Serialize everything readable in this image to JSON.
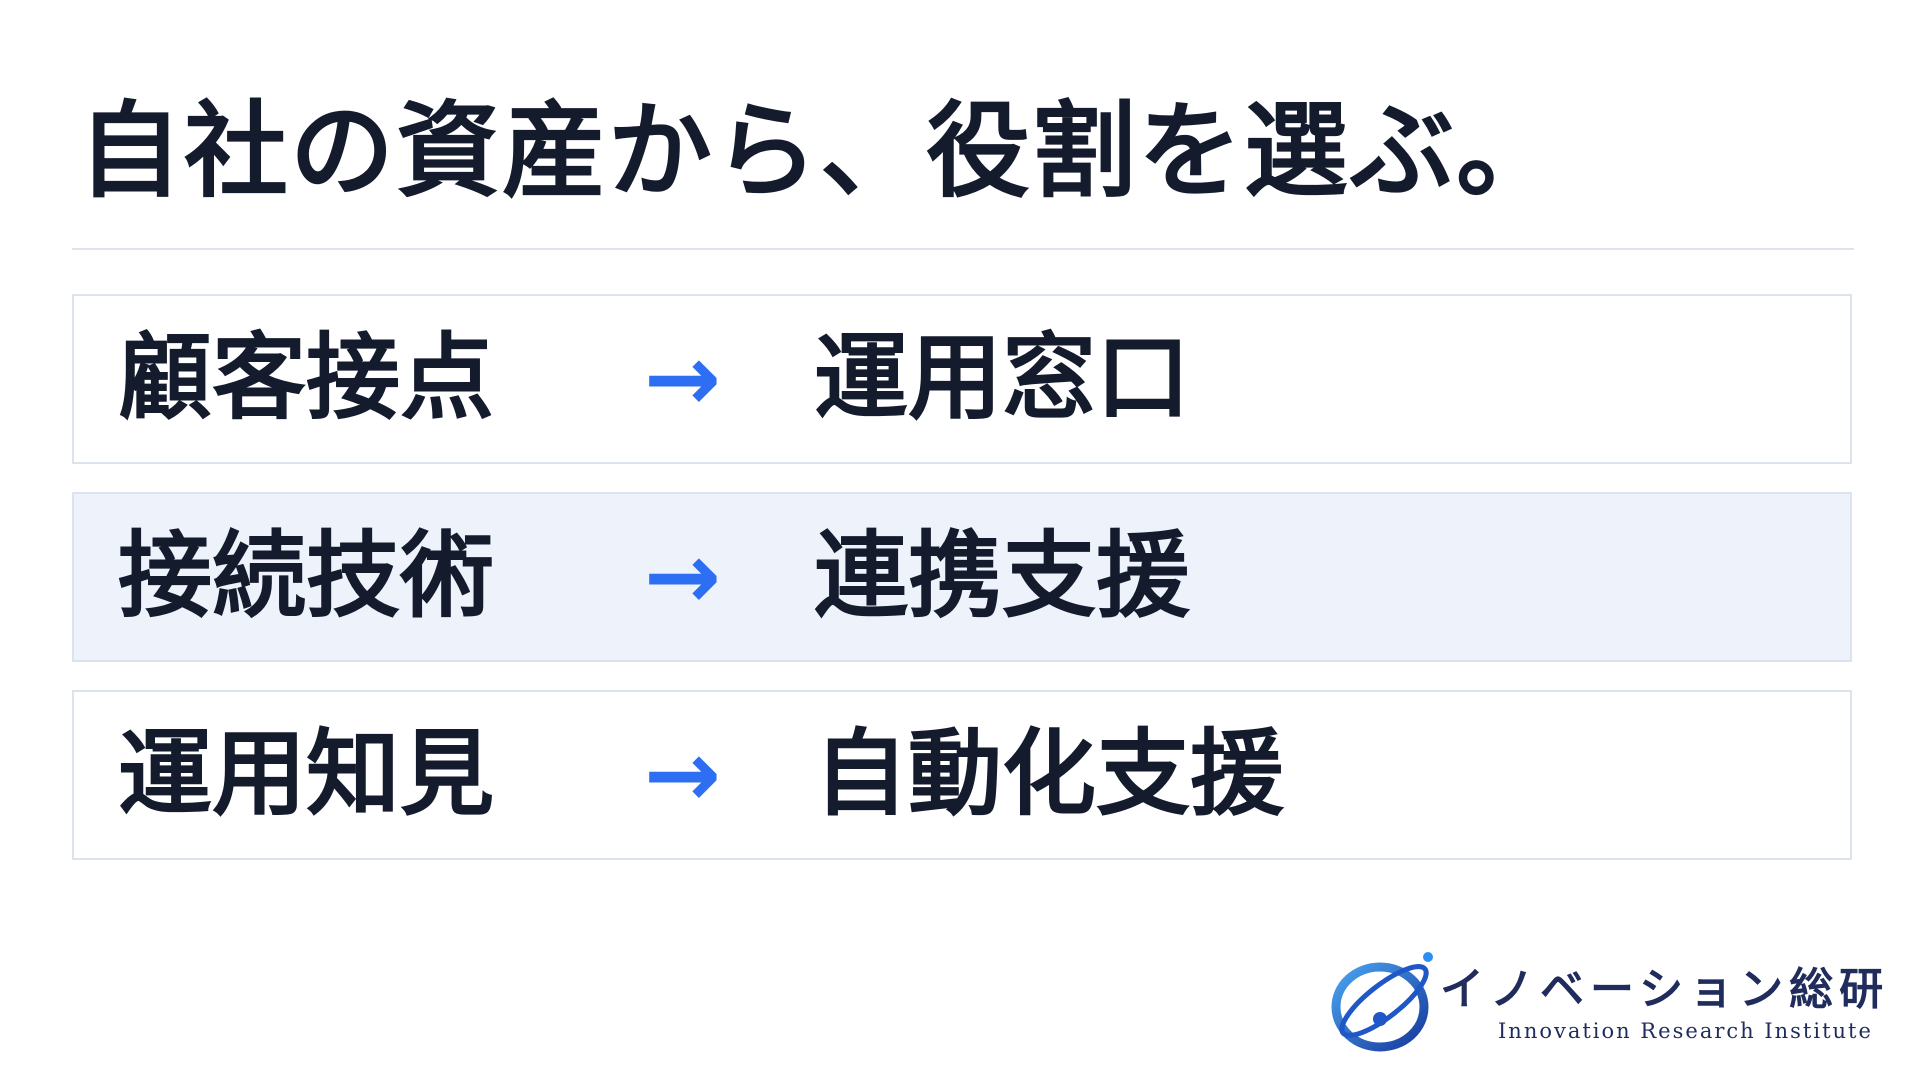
{
  "title": "自社の資産から、役割を選ぶ。",
  "rows": [
    {
      "from": "顧客接点",
      "arrow": "→",
      "to": "運用窓口",
      "highlighted": false
    },
    {
      "from": "接続技術",
      "arrow": "→",
      "to": "連携支援",
      "highlighted": true
    },
    {
      "from": "運用知見",
      "arrow": "→",
      "to": "自動化支援",
      "highlighted": false
    }
  ],
  "logo": {
    "name": "イノベーション総研",
    "subtitle": "Innovation Research Institute"
  },
  "colors": {
    "text": "#141b2d",
    "accent_arrow": "#2d6ef3",
    "highlight_row": "#edf2fb",
    "border": "#dde3ec",
    "logo_blue": "#1f56c8",
    "logo_text": "#1f2c5c"
  }
}
